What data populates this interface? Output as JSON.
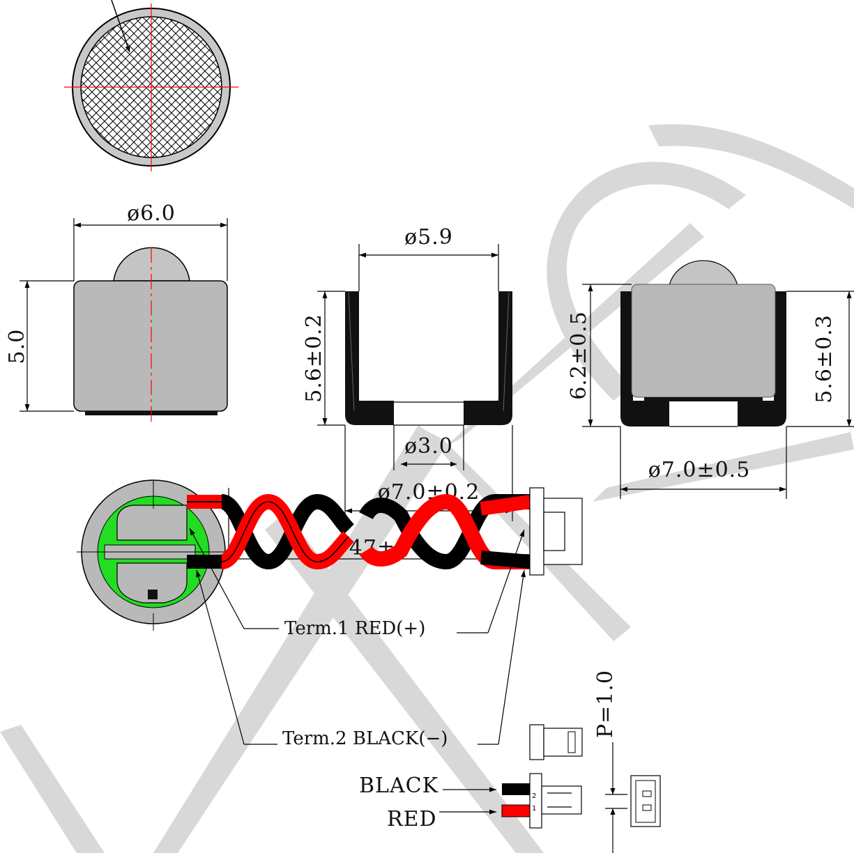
{
  "dimensions": {
    "diameter_body": "ø6.0",
    "height_body": "5.0",
    "inner_diameter": "ø5.9",
    "holder_height": "5.6±0.2",
    "hole_diameter": "ø3.0",
    "holder_outer_diameter": "ø7.0±0.2",
    "assembly_height": "6.2±0.5",
    "assembly_holder_height": "5.6±0.3",
    "assembly_outer_diameter": "ø7.0±0.5",
    "wire_length": "47±3",
    "pitch": "P=1.0"
  },
  "labels": {
    "term1": "Term.1  RED(+)",
    "term2": "Term.2  BLACK(−)",
    "black": "BLACK",
    "red": "RED",
    "connector_pin2": "2",
    "connector_pin1": "1"
  },
  "colors": {
    "body_gray": "#b9b9b9",
    "red_wire": "#ff0000",
    "black_wire": "#000000",
    "pcb_green": "#22dd22",
    "centerline": "#ff0000",
    "watermark": "#d6d6d6"
  }
}
